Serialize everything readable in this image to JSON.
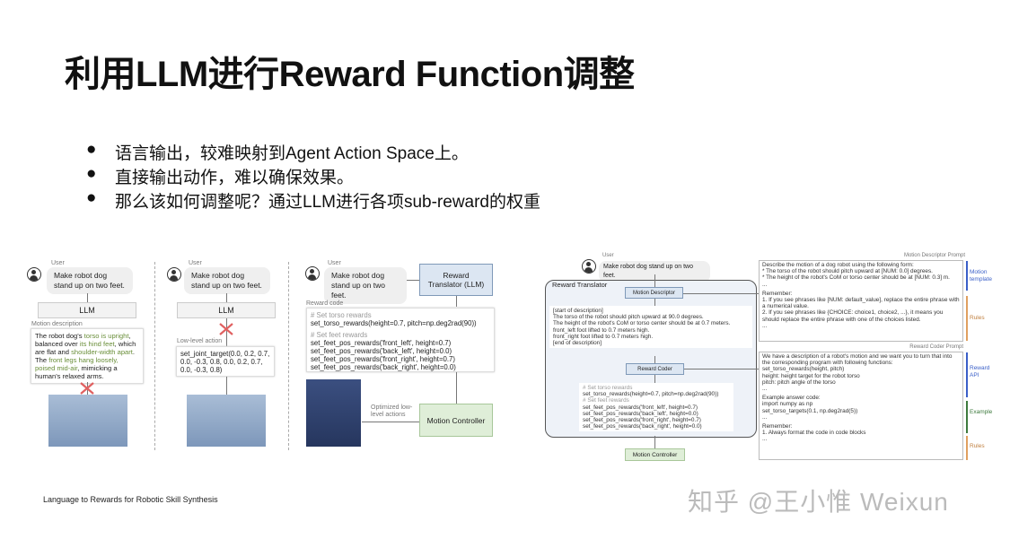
{
  "title": "利用LLM进行Reward Function调整",
  "bullets": [
    "语言输出，较难映射到Agent Action Space上。",
    "直接输出动作，难以确保效果。",
    "那么该如何调整呢？通过LLM进行各项sub-reward的权重"
  ],
  "bullet_glyph": "●",
  "fig_left": {
    "user_label": "User",
    "user_msg": "Make robot dog stand up on two feet.",
    "llm": "LLM",
    "motion_desc_label": "Motion description",
    "motion_desc": [
      {
        "t": "The robot dog's "
      },
      {
        "t": "torso is upright",
        "hl": true
      },
      {
        "t": ", balanced over "
      },
      {
        "t": "its hind feet",
        "hl": true
      },
      {
        "t": ", which are flat and "
      },
      {
        "t": "shoulder-width apart",
        "hl": true
      },
      {
        "t": ". The "
      },
      {
        "t": "front legs hang loosely, poised mid-air",
        "hl": true
      },
      {
        "t": ", mimicking a human's relaxed arms."
      }
    ],
    "low_level_label": "Low-level action",
    "low_level_code": "set_joint_target(0.0, 0.2, 0.7, 0.0, -0.3, 0.8, 0.0, 0.2, 0.7, 0.0, -0.3, 0.8)",
    "reward_translator": "Reward Translator (LLM)",
    "reward_code_label": "Reward code",
    "code_comment1": "# Set torso rewards",
    "code_torso": "set_torso_rewards(height=0.7, pitch=np.deg2rad(90))",
    "code_comment2": "# Set feet rewards",
    "code_feet": [
      "set_feet_pos_rewards('front_left', height=0.7)",
      "set_feet_pos_rewards('back_left', height=0.0)",
      "set_feet_pos_rewards('front_right', height=0.7)",
      "set_feet_pos_rewards('back_right', height=0.0)"
    ],
    "optimized": "Optimized low-level actions",
    "motion_controller": "Motion Controller",
    "cross_color": "#e06060"
  },
  "fig_right": {
    "user_label": "User",
    "user_msg": "Make robot dog stand up on two feet.",
    "container": "Reward Translator",
    "motion_descriptor": "Motion Descriptor",
    "description": [
      "[start of description]",
      "The torso of the robot should pitch upward at 90.0 degrees.",
      "The height of the robot's CoM or torso center should be at 0.7 meters.",
      "front_left foot lifted to 0.7 meters high.",
      "front_right foot lifted to 0.7 meters high.",
      "[end of description]"
    ],
    "reward_coder": "Reward Coder",
    "code": [
      "# Set torso rewards",
      "set_torso_rewards(height=0.7, pitch=np.deg2rad(90))",
      "# Set feet rewards",
      "set_feet_pos_rewards('front_left', height=0.7)",
      "set_feet_pos_rewards('back_left', height=0.0)",
      "set_feet_pos_rewards('front_right', height=0.7)",
      "set_feet_pos_rewards('back_right', height=0.0)"
    ],
    "motion_controller": "Motion Controller",
    "md_prompt_label": "Motion Descriptor Prompt",
    "md_prompt": [
      "Describe the motion of a dog robot using the following form:",
      "* The torso of the robot should pitch upward at [NUM: 0.0] degrees.",
      "* The height of the robot's CoM or torso center should be at [NUM: 0.3] m.",
      "...",
      "",
      "Remember:",
      "1. If you see phrases like [NUM: default_value], replace the entire phrase with a numerical value.",
      "2. If you see phrases like {CHOICE: choice1, choice2, ...}, it means you should replace the entire phrase with one of the choices listed.",
      "..."
    ],
    "rc_prompt_label": "Reward Coder Prompt",
    "rc_prompt": [
      "We have a description of a robot's motion and we want you to turn that into the corresponding program with following functions:",
      "set_torso_rewards(height, pitch)",
      "height: height target for the robot torso",
      "pitch: pitch angle of the torso",
      "...",
      "",
      "Example answer code:",
      "import numpy as np",
      "set_torso_targets(0.1, np.deg2rad(5))",
      "...",
      "",
      "Remember:",
      "1. Always format the code in code blocks",
      "..."
    ],
    "tags": {
      "motion_template": "Motion template",
      "rules1": "Rules",
      "reward_api": "Reward API",
      "example": "Example",
      "rules2": "Rules"
    },
    "tag_colors": {
      "blue": "#3a5fc8",
      "orange": "#e0a060",
      "green": "#3d7a3d"
    }
  },
  "footer": "Language to Rewards for Robotic Skill Synthesis",
  "watermark": "知乎 @王小惟 Weixun"
}
